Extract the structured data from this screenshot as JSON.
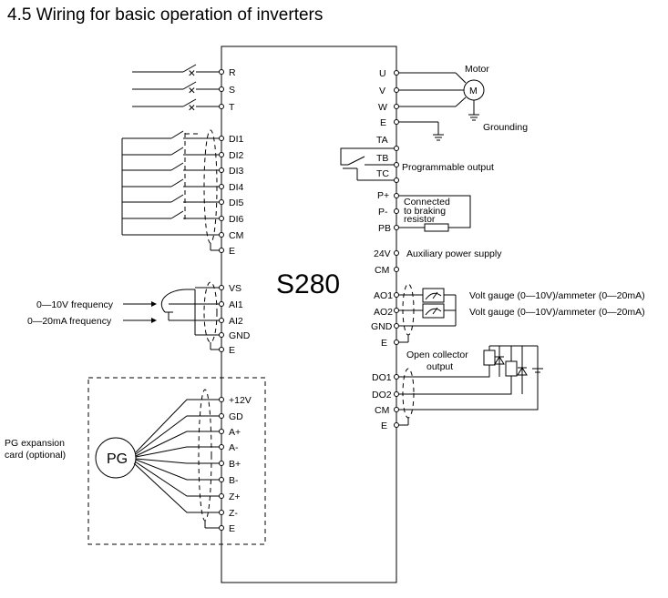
{
  "title": "4.5    Wiring for basic operation of inverters",
  "model": "S280",
  "power_inputs": [
    "R",
    "S",
    "T"
  ],
  "digital_inputs": [
    "DI1",
    "DI2",
    "DI3",
    "DI4",
    "DI5",
    "DI6",
    "CM",
    "E"
  ],
  "analog_inputs": [
    "VS",
    "AI1",
    "AI2",
    "GND",
    "E"
  ],
  "analog_signals": [
    "0—10V frequency",
    "0—20mA frequency"
  ],
  "pg_terminals": [
    "+12V",
    "GD",
    "A+",
    "A-",
    "B+",
    "B-",
    "Z+",
    "Z-",
    "E"
  ],
  "pg_label": "PG",
  "pg_card_lines": [
    "PG expansion",
    "card (optional)"
  ],
  "motor_outputs": [
    "U",
    "V",
    "W",
    "E"
  ],
  "motor_label": "Motor",
  "motor_symbol": "M",
  "grounding_label": "Grounding",
  "relay_terminals": [
    "TA",
    "TB",
    "TC"
  ],
  "relay_label": "Programmable output",
  "brake_terminals": [
    "P+",
    "P-",
    "PB"
  ],
  "brake_label_lines": [
    "Connected",
    "to braking",
    "resistor"
  ],
  "aux_terminals": [
    "24V",
    "CM"
  ],
  "aux_label": "Auxiliary power supply",
  "analog_outputs": [
    "AO1",
    "AO2",
    "GND",
    "E"
  ],
  "gauge_labels": [
    "Volt gauge (0—10V)/ammeter (0—20mA)",
    "Volt gauge (0—10V)/ammeter (0—20mA)"
  ],
  "do_terminals": [
    "DO1",
    "DO2",
    "CM",
    "E"
  ],
  "do_label_lines": [
    "Open collector",
    "output"
  ]
}
